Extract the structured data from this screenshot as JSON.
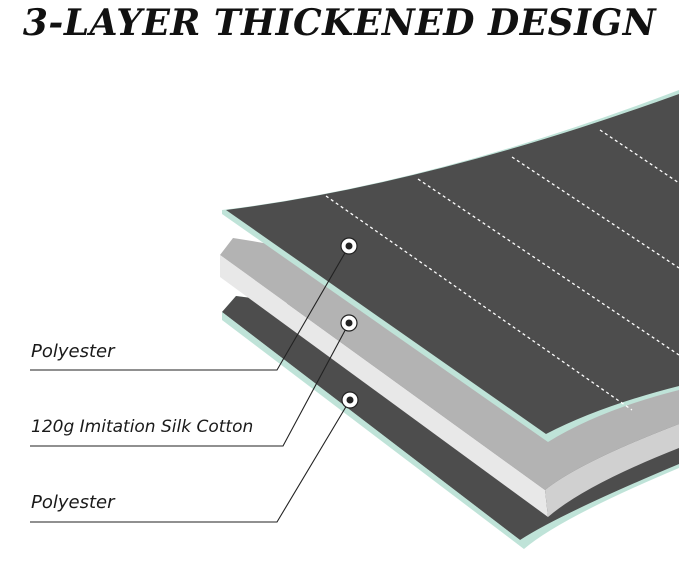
{
  "headline": "3-LAYER THICKENED DESIGN",
  "layers": [
    {
      "label": "Polyester"
    },
    {
      "label": "120g Imitation Silk Cotton"
    },
    {
      "label": "Polyester"
    }
  ],
  "colors": {
    "fabric": "#4d4d4d",
    "filling": "#b3b3b3",
    "filling_edge": "#e8e8e8",
    "edge_trim": "#bfe3d8",
    "stitch": "#ffffff",
    "leader": "#222222"
  }
}
